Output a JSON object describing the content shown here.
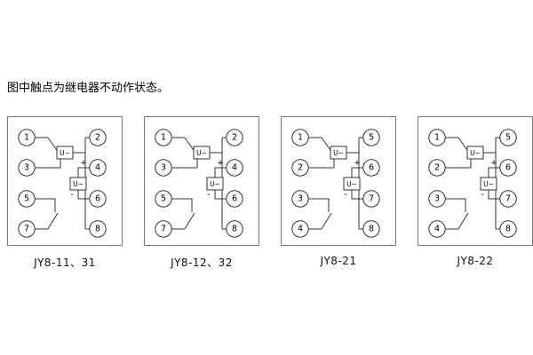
{
  "caption": "图中触点为继电器不动作状态。",
  "symbols": {
    "coil": "U~",
    "plus": "+",
    "minus": "-"
  },
  "diagrams": [
    {
      "label": "JY8-11、31",
      "left_terminals": [
        "1",
        "3",
        "5",
        "7"
      ],
      "right_terminals": [
        "2",
        "4",
        "6",
        "8"
      ]
    },
    {
      "label": "JY8-12、32",
      "left_terminals": [
        "1",
        "3",
        "5",
        "7"
      ],
      "right_terminals": [
        "2",
        "4",
        "6",
        "8"
      ]
    },
    {
      "label": "JY8-21",
      "left_terminals": [
        "1",
        "2",
        "3",
        "4"
      ],
      "right_terminals": [
        "5",
        "6",
        "7",
        "8"
      ]
    },
    {
      "label": "JY8-22",
      "left_terminals": [
        "1",
        "2",
        "3",
        "4"
      ],
      "right_terminals": [
        "5",
        "6",
        "7",
        "8"
      ]
    }
  ]
}
